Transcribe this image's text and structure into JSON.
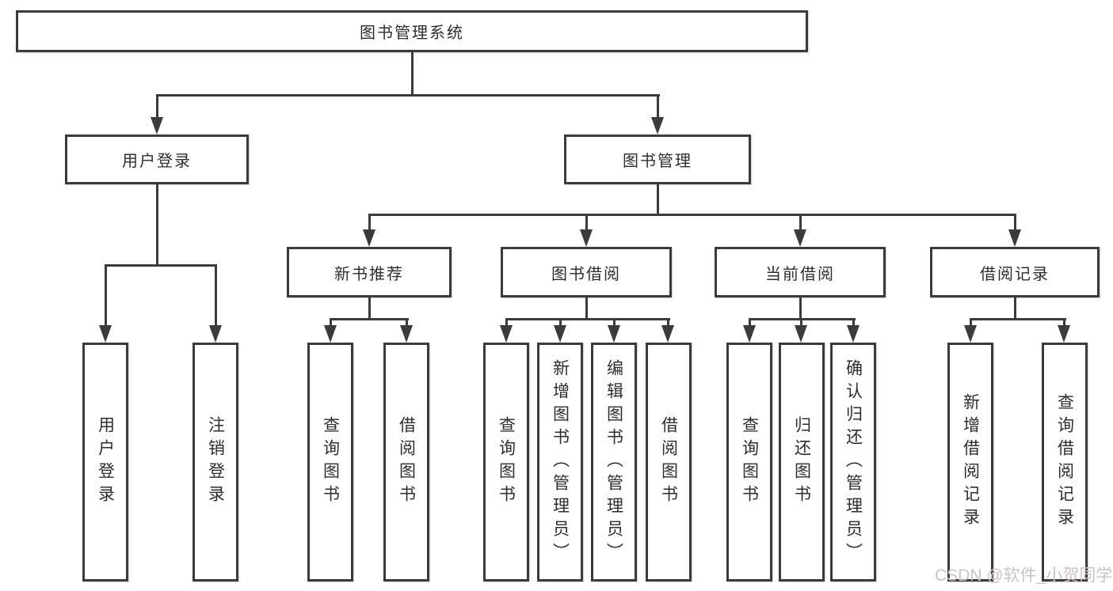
{
  "tree": {
    "root": "图书管理系统",
    "branches": [
      {
        "label": "用户登录",
        "children": [
          {
            "label": "用户登录"
          },
          {
            "label": "注销登录"
          }
        ]
      },
      {
        "label": "图书管理",
        "children": [
          {
            "label": "新书推荐",
            "children": [
              {
                "label": "查询图书"
              },
              {
                "label": "借阅图书"
              }
            ]
          },
          {
            "label": "图书借阅",
            "children": [
              {
                "label": "查询图书"
              },
              {
                "label": "新增图书（管理员）"
              },
              {
                "label": "编辑图书（管理员）"
              },
              {
                "label": "借阅图书"
              }
            ]
          },
          {
            "label": "当前借阅",
            "children": [
              {
                "label": "查询图书"
              },
              {
                "label": "归还图书"
              },
              {
                "label": "确认归还（管理员）"
              }
            ]
          },
          {
            "label": "借阅记录",
            "children": [
              {
                "label": "新增借阅记录"
              },
              {
                "label": "查询借阅记录"
              }
            ]
          }
        ]
      }
    ]
  },
  "watermark": {
    "text": "CSDN @软件_小贺同学",
    "color": "#ccc3c3"
  },
  "colors": {
    "line": "#3b3b3b",
    "box_border": "#3b3b3b",
    "box_background": "#ffffff",
    "text": "#2d2d2d",
    "page_background": "#ffffff"
  }
}
